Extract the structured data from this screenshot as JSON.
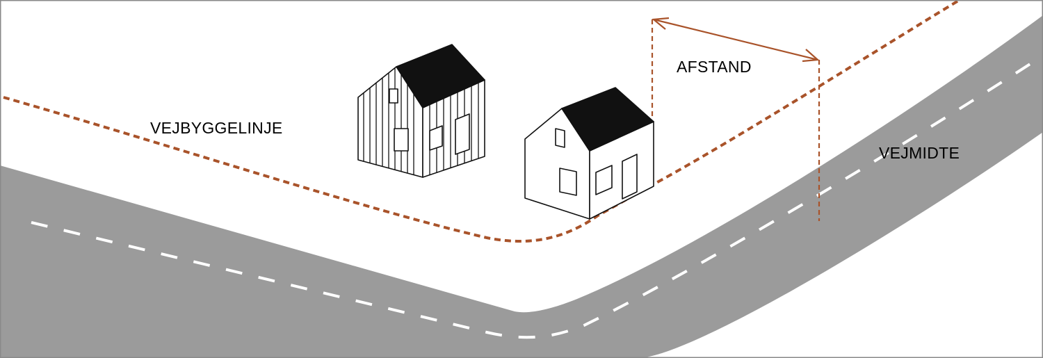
{
  "labels": {
    "building_line": "VEJBYGGELINJE",
    "distance": "AFSTAND",
    "road_center": "VEJMIDTE"
  },
  "colors": {
    "background": "#ffffff",
    "border": "#8a8a8a",
    "road": "#9b9b9b",
    "road_dash": "#ffffff",
    "building_line": "#a9532a",
    "distance_arrow": "#a9532a",
    "roof": "#111111",
    "wall": "#ffffff",
    "outline": "#111111"
  },
  "elements": {
    "left_house": "house with vertical cladding",
    "right_house": "house"
  }
}
